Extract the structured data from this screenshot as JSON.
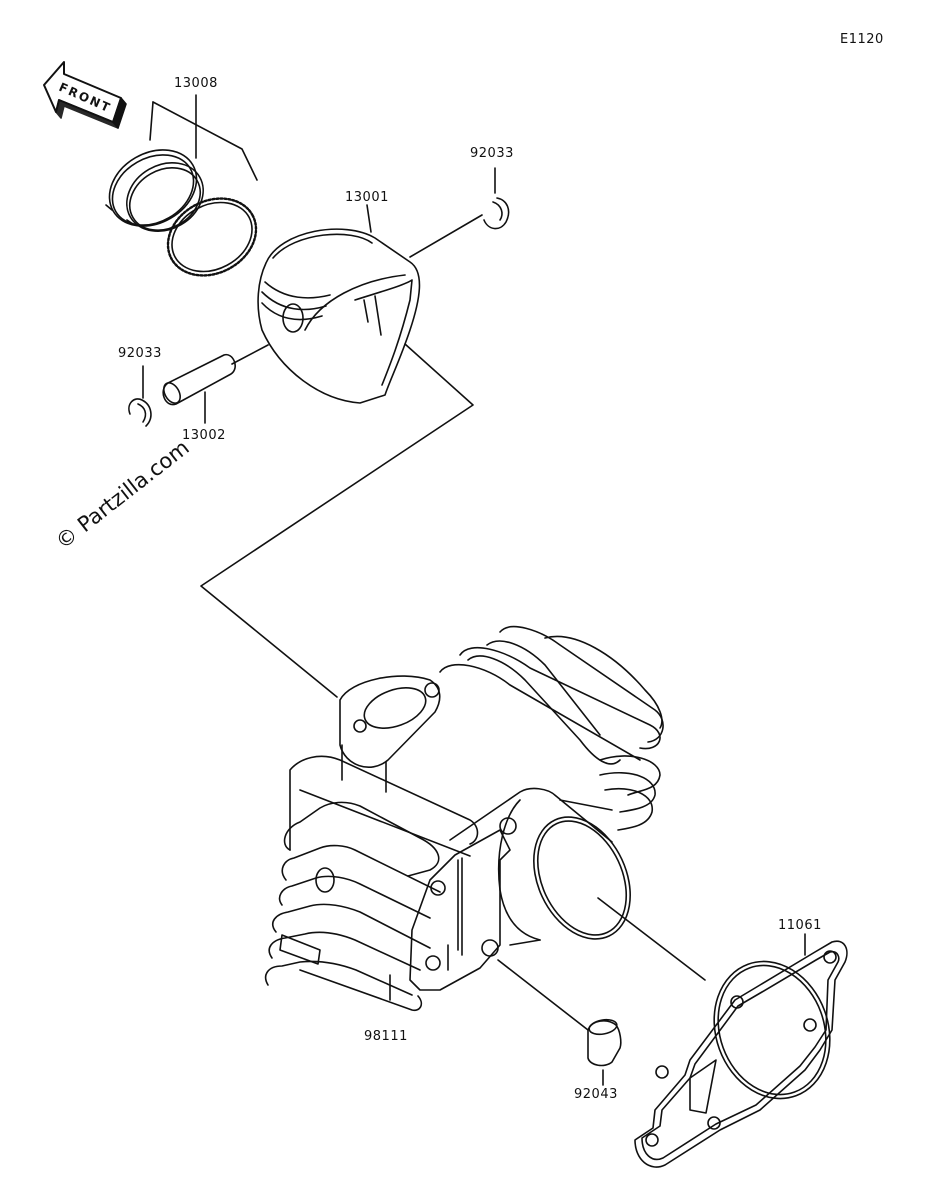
{
  "diagram_code": "E1120",
  "front_arrow_text": "FRONT",
  "watermark": "© Partzilla.com",
  "parts": {
    "piston_rings": "13008",
    "piston": "13001",
    "circlip_right": "92033",
    "circlip_left": "92033",
    "piston_pin": "13002",
    "cylinder": "98111",
    "dowel_pin": "92043",
    "base_gasket": "11061"
  }
}
